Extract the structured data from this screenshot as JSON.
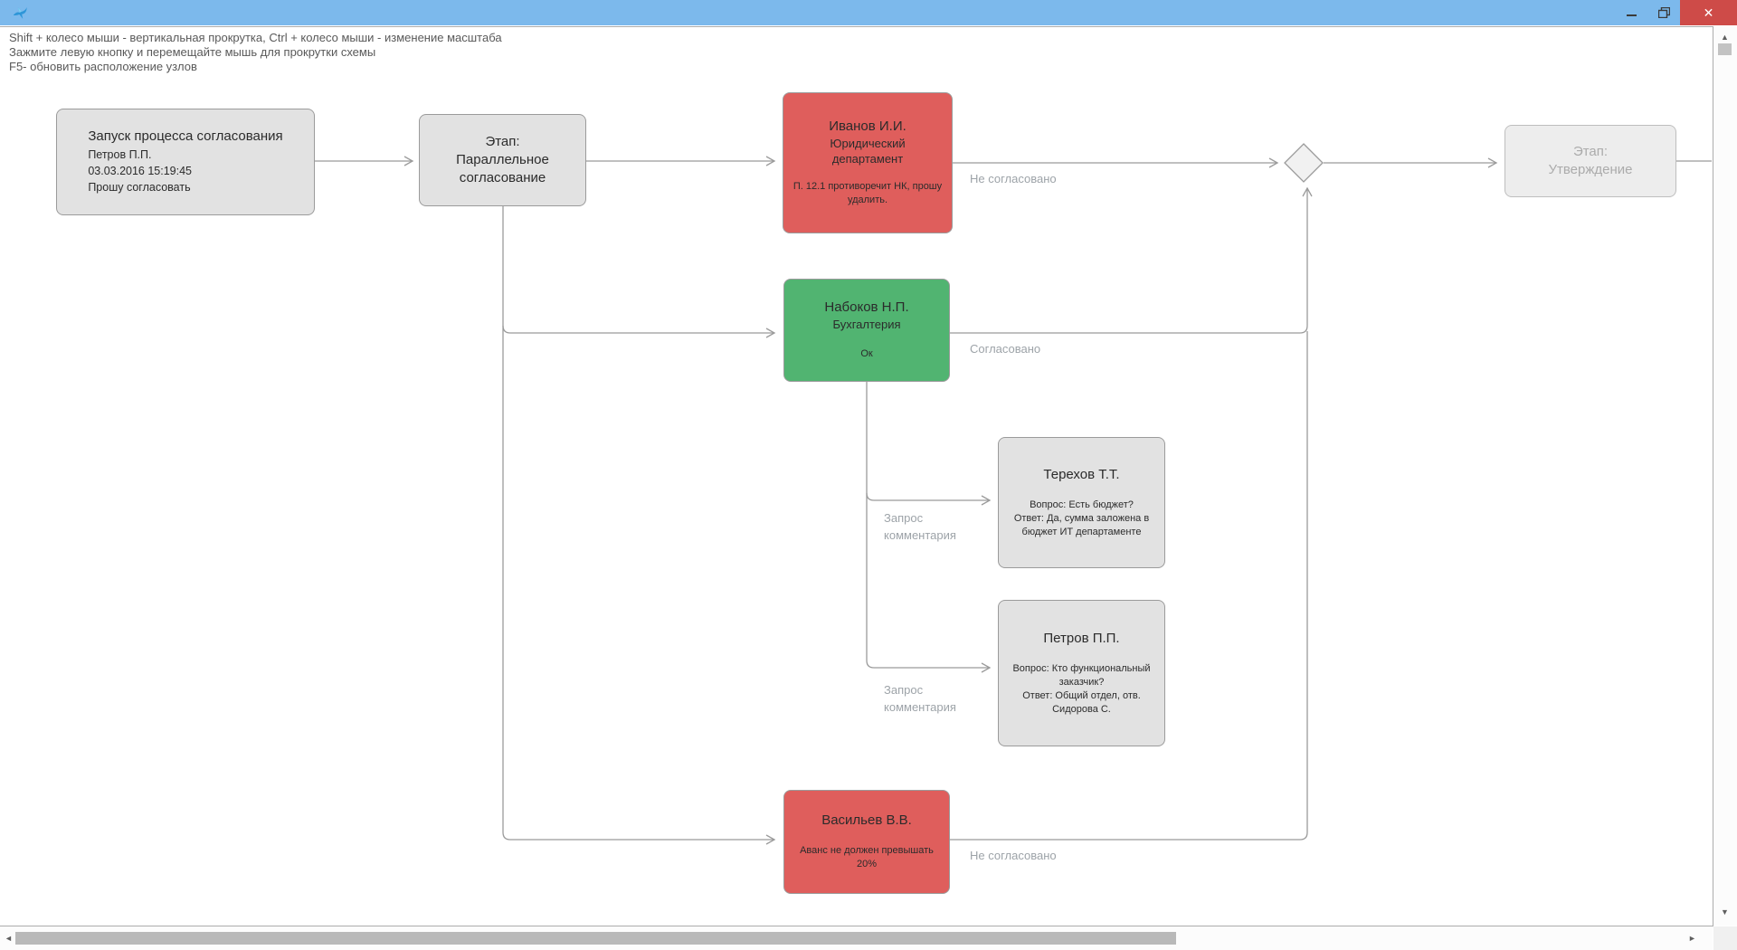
{
  "window": {
    "controls": {
      "close_glyph": "✕"
    }
  },
  "instructions": [
    "Shift + колесо мыши - вертикальная прокрутка, Ctrl + колесо мыши - изменение масштаба",
    "Зажмите левую кнопку и перемещайте мышь для прокрутки схемы",
    "F5- обновить расположение узлов"
  ],
  "colors": {
    "titlebar": "#7CB9EC",
    "close_button": "#CE4B48",
    "node_neutral": "#E2E2E2",
    "node_rejected": "#DF5E5C",
    "node_approved": "#51B471",
    "node_faded": "#EDEDED",
    "edge": "#9B9B9B"
  },
  "diagram": {
    "nodes": {
      "start": {
        "title": "Запуск процесса согласования",
        "author": "Петров П.П.",
        "timestamp": "03.03.2016 15:19:45",
        "comment": "Прошу согласовать"
      },
      "stage_parallel": {
        "label": "Этап:",
        "name": "Параллельное согласование"
      },
      "ivanov": {
        "name": "Иванов И.И.",
        "department": "Юридический департамент",
        "comment": "П. 12.1 противоречит НК, прошу удалить.",
        "status": "rejected"
      },
      "nabokov": {
        "name": "Набоков Н.П.",
        "department": "Бухгалтерия",
        "comment": "Ок",
        "status": "approved"
      },
      "terekhov": {
        "name": "Терехов Т.Т.",
        "question": "Вопрос: Есть бюджет?",
        "answer": "Ответ: Да, сумма заложена в бюджет ИТ департаменте"
      },
      "petrov_pp": {
        "name": "Петров П.П.",
        "question": "Вопрос: Кто функциональный заказчик?",
        "answer": "Ответ: Общий отдел, отв. Сидорова С."
      },
      "vasiliev": {
        "name": "Васильев В.В.",
        "comment": "Аванс не должен превышать 20%",
        "status": "rejected"
      },
      "stage_approval": {
        "label": "Этап:",
        "name": "Утверждение"
      }
    },
    "edge_labels": {
      "ivanov_result": "Не согласовано",
      "nabokov_result": "Согласовано",
      "vasiliev_result": "Не согласовано",
      "comment_request_1": "Запрос комментария",
      "comment_request_2": "Запрос комментария"
    }
  },
  "icons": {
    "scroll_up": "▲",
    "scroll_down": "▼",
    "scroll_left": "◄",
    "scroll_right": "►"
  }
}
